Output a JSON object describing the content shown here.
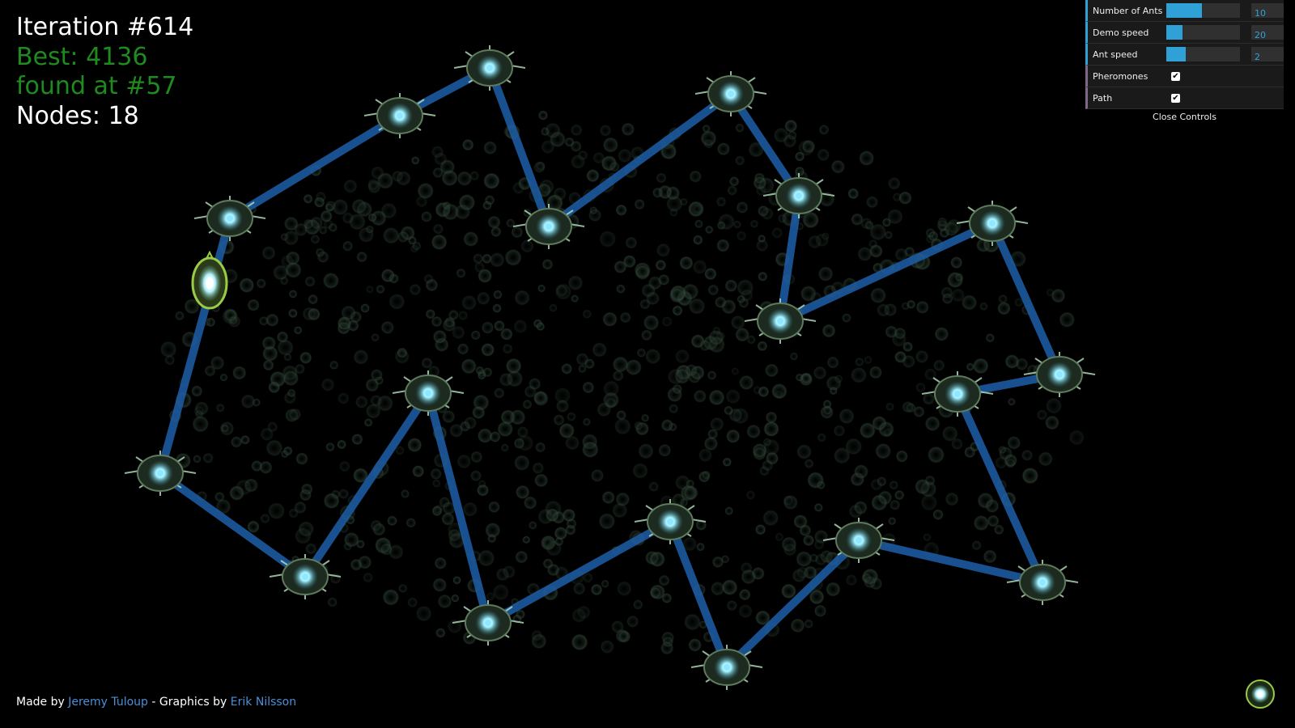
{
  "hud": {
    "iteration": "Iteration #614",
    "best": "Best: 4136",
    "found_at": "found at #57",
    "nodes": "Nodes: 18"
  },
  "credits": {
    "prefix": "Made by ",
    "author": "Jeremy Tuloup",
    "middle": " - Graphics by ",
    "artist": "Erik Nilsson"
  },
  "controls": {
    "num_ants": {
      "label": "Number of Ants",
      "value": "10",
      "fraction": 0.48
    },
    "demo_speed": {
      "label": "Demo speed",
      "value": "20",
      "fraction": 0.22
    },
    "ant_speed": {
      "label": "Ant speed",
      "value": "2",
      "fraction": 0.26
    },
    "pheromones": {
      "label": "Pheromones",
      "checked": true
    },
    "path": {
      "label": "Path",
      "checked": true
    },
    "close_label": "Close Controls"
  },
  "colors": {
    "path": "#1e5fa8",
    "node_core": "#8fe8ff",
    "accent": "#2fa1d6",
    "best_text": "#1f8a1f"
  },
  "icons": {
    "node": "flower-node-icon",
    "ant": "ant-icon",
    "corner": "orb-icon"
  }
}
